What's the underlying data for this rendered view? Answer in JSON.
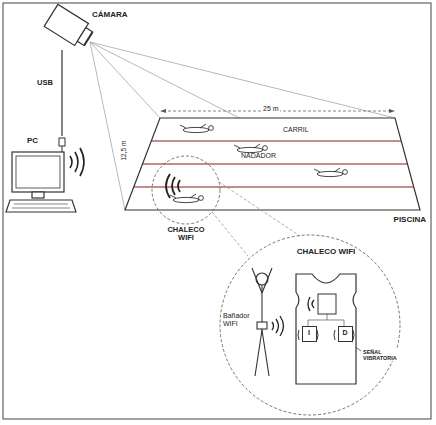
{
  "diagram": {
    "nodes": [
      {
        "text": [
          "CÁMARA"
        ]
      },
      {
        "text": [
          "PC"
        ]
      },
      {
        "text": [
          "PISCINA"
        ]
      },
      {
        "text": [
          "CHALECO WIFI"
        ]
      },
      {
        "text": [
          "CHALECO WIFI"
        ]
      },
      {
        "text": [
          "I"
        ],
        "in": 4
      },
      {
        "text": [
          "D"
        ],
        "in": 4
      }
    ],
    "edges": [
      {
        "from": 0,
        "to": 1,
        "label": "USB",
        "arrow": "none"
      }
    ],
    "labels": [
      "25 m",
      "12,5 m",
      "CARRIL",
      "NADADOR",
      "Bañador WIFI",
      "SEÑAL VIBRATORIA"
    ]
  }
}
